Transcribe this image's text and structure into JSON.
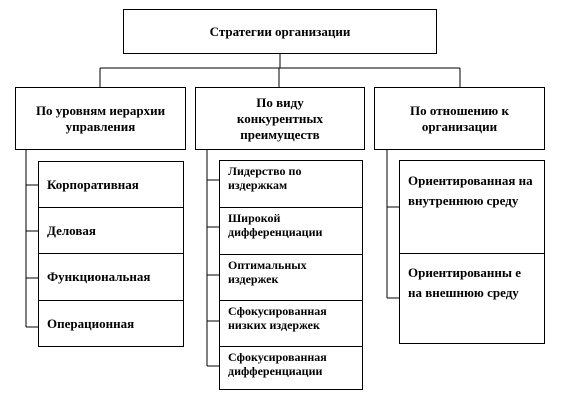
{
  "root": {
    "label": "Стратегии организации"
  },
  "categories": [
    {
      "label": "По уровням иерархии управления",
      "items": [
        "Корпоративная",
        "Деловая",
        "Функциональная",
        "Операционная"
      ]
    },
    {
      "label": "По виду конкурентных преимуществ",
      "items": [
        "Лидерство по издержкам",
        "Широкой дифференциации",
        "Оптимальных издержек",
        "Сфокусированная низких издержек",
        "Сфокусированная дифференциации"
      ]
    },
    {
      "label": "По отношению к организации",
      "items": [
        "Ориентированная на внутреннюю среду",
        "Ориентированны е на внешнюю среду"
      ]
    }
  ]
}
